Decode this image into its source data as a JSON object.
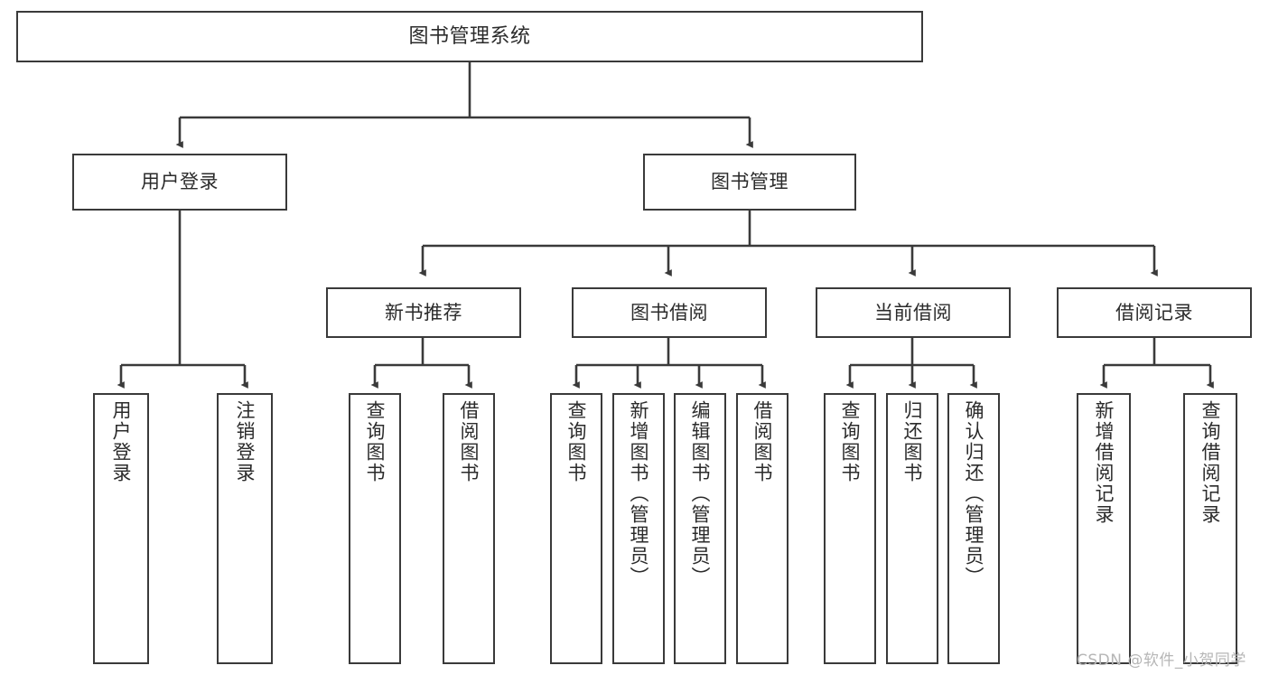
{
  "diagram": {
    "title": "图书管理系统",
    "type": "tree-hierarchy-chart",
    "watermark": "CSDN @软件_小贺同学",
    "colors": {
      "background": "#ffffff",
      "border": "#3a3a3a",
      "edge": "#3a3a3a",
      "text": "#2b2b2b",
      "watermark": "#b6b6b6"
    },
    "nodes": {
      "root": {
        "label": "图书管理系统"
      },
      "tier2": [
        {
          "label": "用户登录"
        },
        {
          "label": "图书管理"
        }
      ],
      "tier3": [
        {
          "label": "新书推荐"
        },
        {
          "label": "图书借阅"
        },
        {
          "label": "当前借阅"
        },
        {
          "label": "借阅记录"
        }
      ],
      "leaves": {
        "user_login": [
          {
            "label": "用户登录"
          },
          {
            "label": "注销登录"
          }
        ],
        "new_book_recommend": [
          {
            "label": "查询图书"
          },
          {
            "label": "借阅图书"
          }
        ],
        "book_borrow": [
          {
            "label": "查询图书"
          },
          {
            "label": "新增图书（管理员）"
          },
          {
            "label": "编辑图书（管理员）"
          },
          {
            "label": "借阅图书"
          }
        ],
        "current_borrow": [
          {
            "label": "查询图书"
          },
          {
            "label": "归还图书"
          },
          {
            "label": "确认归还（管理员）"
          }
        ],
        "borrow_record": [
          {
            "label": "新增借阅记录"
          },
          {
            "label": "查询借阅记录"
          }
        ]
      }
    }
  }
}
